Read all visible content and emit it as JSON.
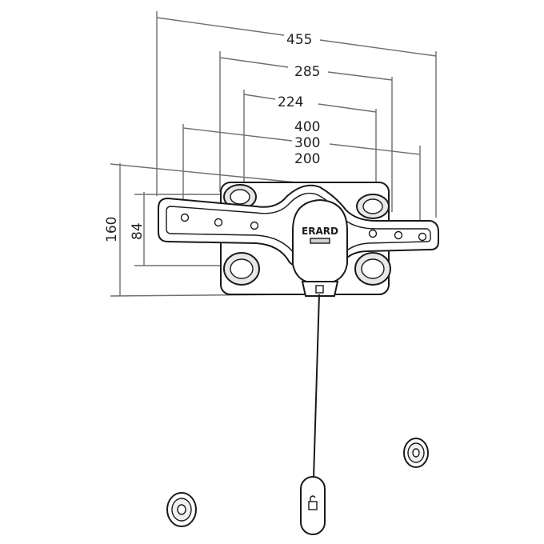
{
  "dimensions": {
    "width_455": "455",
    "width_285": "285",
    "width_224": "224",
    "width_400": "400",
    "width_300": "300",
    "width_200": "200",
    "height_160": "160",
    "height_84": "84"
  },
  "brand": {
    "logo_text": "ERARD"
  },
  "colors": {
    "line": "#1a1a1a",
    "dimension_line": "#6f6f6f",
    "plate_fill": "#ffffff",
    "bracket_fill": "#ffffff",
    "hole_fill": "#e8e8e8"
  }
}
